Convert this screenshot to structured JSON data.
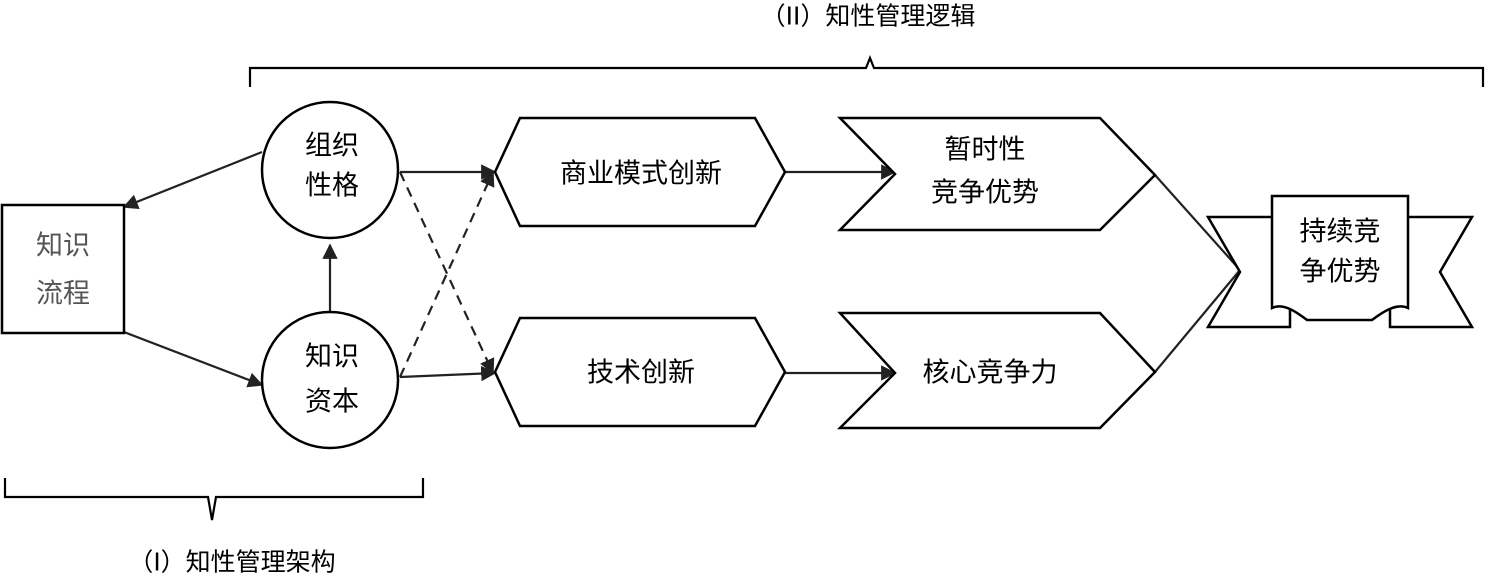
{
  "captions": {
    "top": "（II）知性管理逻辑",
    "bottom": "（I）知性管理架构"
  },
  "nodes": {
    "knowledge_process": [
      "知识",
      "流程"
    ],
    "org_character": [
      "组织",
      "性格"
    ],
    "knowledge_capital": [
      "知识",
      "资本"
    ],
    "business_model_innovation": "商业模式创新",
    "tech_innovation": "技术创新",
    "temporary_advantage": [
      "暂时性",
      "竞争优势"
    ],
    "core_competence": "核心竞争力",
    "sustained_advantage": [
      "持续竞",
      "争优势"
    ]
  },
  "colors": {
    "stroke": "#000000",
    "muted_text": "#555555"
  }
}
